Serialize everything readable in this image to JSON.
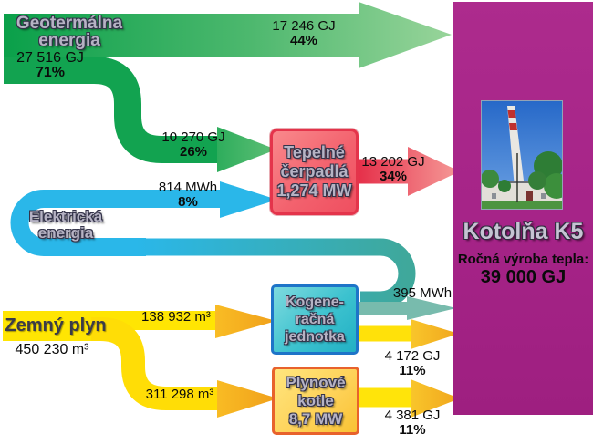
{
  "title": "Energy flow diagram — Kotolňa K5",
  "palette": {
    "geothermal_green": "#0da14c",
    "electricity_cyan": "#2ab7e9",
    "cogen_teal": "#3fa89b",
    "gas_yellow": "#ffe503",
    "gas_orange": "#f2a51d",
    "heat_red": "#e9404f",
    "plant_magenta": "#a62488"
  },
  "sources": {
    "geothermal": {
      "name_line1": "Geotermálna",
      "name_line2": "energia",
      "value": "27 516 GJ",
      "percent": "71%"
    },
    "electricity": {
      "name_line1": "Elektrická",
      "name_line2": "energia"
    },
    "gas": {
      "name": "Zemný plyn",
      "value": "450 230 m³"
    }
  },
  "converters": {
    "heat_pumps": {
      "line1": "Tepelné",
      "line2": "čerpadlá",
      "line3": "1,274 MW"
    },
    "cogeneration": {
      "line1": "Kogene-",
      "line2": "račná",
      "line3": "jednotka"
    },
    "gas_boilers": {
      "line1": "Plynové",
      "line2": "kotle",
      "line3": "8,7 MW"
    }
  },
  "plant": {
    "title": "Kotolňa K5",
    "subtitle": "Ročná výroba tepla:",
    "total": "39 000 GJ"
  },
  "flows": {
    "geo_direct": {
      "value": "17 246 GJ",
      "percent": "44%"
    },
    "geo_to_heat_pumps": {
      "value": "10 270 GJ",
      "percent": "26%"
    },
    "electricity_to_heat_pumps": {
      "value": "814 MWh",
      "percent": "8%"
    },
    "heat_pumps_output": {
      "value": "13 202 GJ",
      "percent": "34%"
    },
    "cogen_electricity": {
      "value": "395 MWh"
    },
    "gas_to_cogen": {
      "value": "138 932 m³"
    },
    "gas_to_boilers": {
      "value": "311 298 m³"
    },
    "cogen_heat_output": {
      "value": "4 172 GJ",
      "percent": "11%"
    },
    "boilers_heat_output": {
      "value": "4 381 GJ",
      "percent": "11%"
    }
  }
}
